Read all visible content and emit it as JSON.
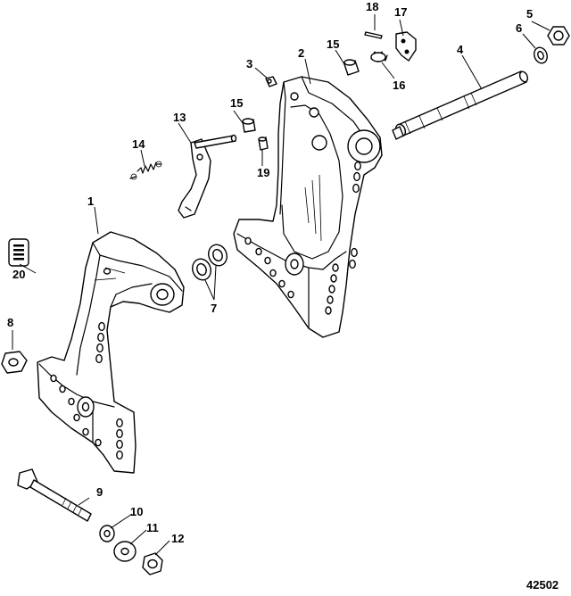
{
  "diagram": {
    "figure_number": "42502",
    "callouts": [
      {
        "id": "c1",
        "label": "1"
      },
      {
        "id": "c2",
        "label": "2"
      },
      {
        "id": "c3",
        "label": "3"
      },
      {
        "id": "c4",
        "label": "4"
      },
      {
        "id": "c5",
        "label": "5"
      },
      {
        "id": "c6",
        "label": "6"
      },
      {
        "id": "c7",
        "label": "7"
      },
      {
        "id": "c8",
        "label": "8"
      },
      {
        "id": "c9",
        "label": "9"
      },
      {
        "id": "c10",
        "label": "10"
      },
      {
        "id": "c11",
        "label": "11"
      },
      {
        "id": "c12",
        "label": "12"
      },
      {
        "id": "c13",
        "label": "13"
      },
      {
        "id": "c14",
        "label": "14"
      },
      {
        "id": "c15a",
        "label": "15"
      },
      {
        "id": "c15b",
        "label": "15"
      },
      {
        "id": "c16",
        "label": "16"
      },
      {
        "id": "c17",
        "label": "17"
      },
      {
        "id": "c18",
        "label": "18"
      },
      {
        "id": "c19",
        "label": "19"
      },
      {
        "id": "c20",
        "label": "20"
      }
    ]
  }
}
